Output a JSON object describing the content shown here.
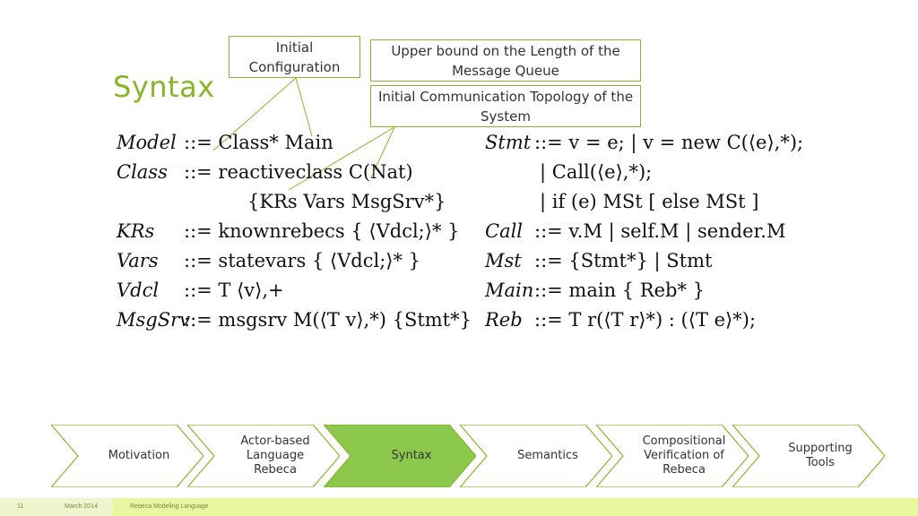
{
  "slide": {
    "title": "Syntax",
    "callouts": {
      "initial_configuration": "Initial Configuration",
      "upper_bound": "Upper bound on the Length of the Message Queue",
      "topology": "Initial Communication Topology of the System"
    }
  },
  "grammar": {
    "left": [
      {
        "lhs": "Model",
        "rhs": "::= Class* Main"
      },
      {
        "lhs": "Class",
        "rhs": "::= reactiveclass C(Nat)"
      },
      {
        "lhs": "",
        "rhs": "{KRs Vars MsgSrv*}"
      },
      {
        "lhs": "KRs",
        "rhs": "::= knownrebecs { ⟨Vdcl;⟩* }"
      },
      {
        "lhs": "Vars",
        "rhs": "::= statevars { ⟨Vdcl;⟩* }"
      },
      {
        "lhs": "Vdcl",
        "rhs": "::= T ⟨v⟩,+"
      },
      {
        "lhs": "MsgSrv",
        "rhs": "::= msgsrv M(⟨T v⟩,*) {Stmt*}"
      }
    ],
    "right": [
      {
        "lhs": "Stmt",
        "rhs": "::= v = e; | v = new C(⟨e⟩,*);"
      },
      {
        "lhs": "",
        "rhs": "| Call(⟨e⟩,*);"
      },
      {
        "lhs": "",
        "rhs": "| if (e) MSt [ else MSt ]"
      },
      {
        "lhs": "Call",
        "rhs": "::= v.M | self.M | sender.M"
      },
      {
        "lhs": "Mst",
        "rhs": "::= {Stmt*} | Stmt"
      },
      {
        "lhs": "Main",
        "rhs": "::= main { Reb* }"
      },
      {
        "lhs": "Reb",
        "rhs": "::= T r(⟨T r⟩*) : (⟨T e⟩*);"
      }
    ]
  },
  "process": {
    "steps": [
      {
        "label": "Motivation",
        "active": false
      },
      {
        "label": "Actor-based Language Rebeca",
        "active": false
      },
      {
        "label": "Syntax",
        "active": true
      },
      {
        "label": "Semantics",
        "active": false
      },
      {
        "label": "Compositional Verification of Rebeca",
        "active": false
      },
      {
        "label": "Supporting Tools",
        "active": false
      }
    ]
  },
  "footer": {
    "page_number": "11",
    "date": "March 2014",
    "caption": "Rebeca Modeling Language"
  },
  "colors": {
    "accent": "#8ab429",
    "active_fill": "#8cc84b",
    "footer_bar": "#e9f6a0"
  }
}
